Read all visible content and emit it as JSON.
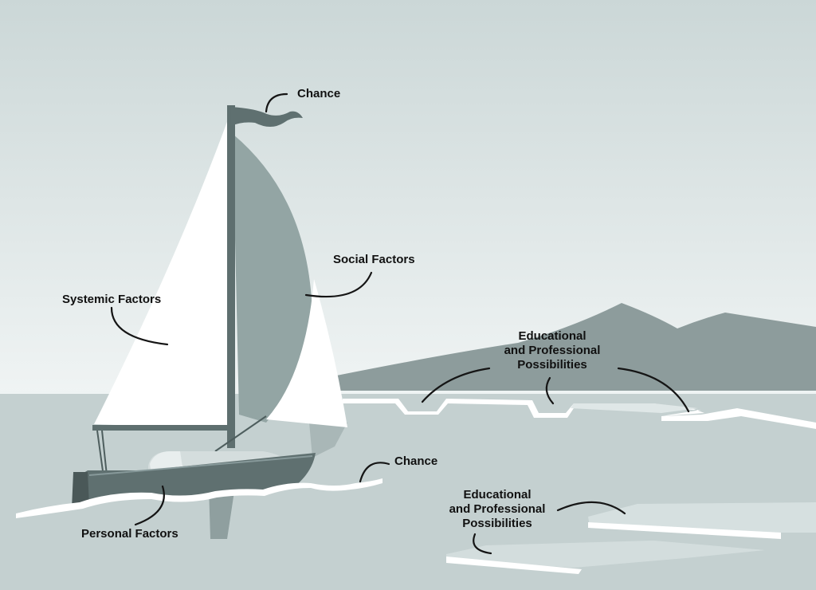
{
  "labels": {
    "chance_flag": "Chance",
    "social_factors": "Social Factors",
    "systemic_factors": "Systemic Factors",
    "personal_factors": "Personal Factors",
    "chance_wave": "Chance",
    "possibilities_far": [
      "Educational",
      "and Professional",
      "Possibilities"
    ],
    "possibilities_near": [
      "Educational",
      "and Professional",
      "Possibilities"
    ]
  },
  "colors": {
    "sky_top": "#c9d5d5",
    "sky_bottom": "#eef3f3",
    "water": "#c3cfcf",
    "mountain": "#8d9d9d",
    "dark_grey": "#5f7070",
    "sail_white": "#ffffff",
    "sail_grey": "#96a7a6",
    "ink": "#111111"
  }
}
